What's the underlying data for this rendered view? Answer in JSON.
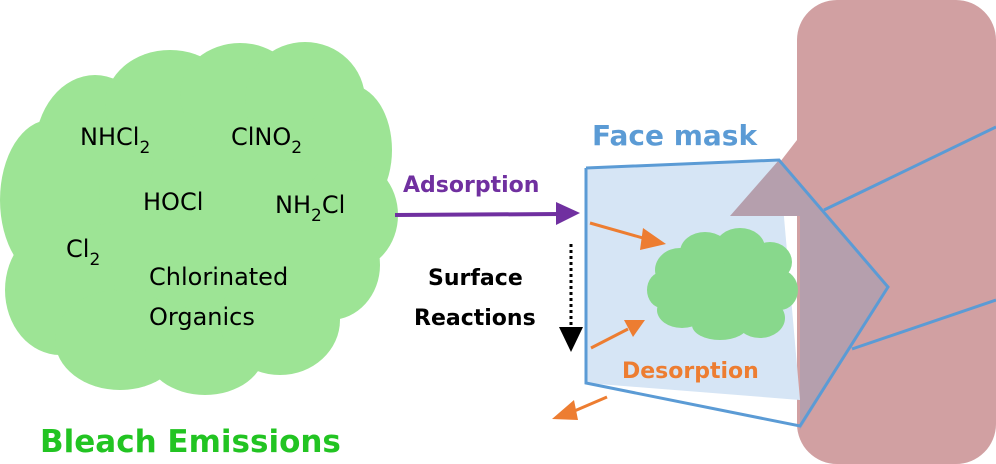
{
  "title": "Bleach Emissions",
  "cloud_species": [
    {
      "base": "NHCl",
      "sub": "2",
      "suffix": ""
    },
    {
      "base": "ClNO",
      "sub": "2",
      "suffix": ""
    },
    {
      "base": "HOCl",
      "sub": "",
      "suffix": ""
    },
    {
      "base": "NH",
      "sub": "2",
      "suffix": "Cl"
    },
    {
      "base": "Cl",
      "sub": "2",
      "suffix": ""
    },
    {
      "base": "Chlorinated",
      "sub": "",
      "suffix": ""
    },
    {
      "base": "Organics",
      "sub": "",
      "suffix": ""
    }
  ],
  "labels": {
    "face_mask": "Face mask",
    "adsorption": "Adsorption",
    "surface_reactions_1": "Surface",
    "surface_reactions_2": "Reactions",
    "desorption": "Desorption"
  },
  "colors": {
    "cloud": "#9de495",
    "mask_cloud": "#88d88c",
    "title_green": "#22c422",
    "mask_blue": "#5b9bd5",
    "mask_fill": "#d6e5f5",
    "adsorption_purple": "#7030a0",
    "desorption_orange": "#ed7d31",
    "face": "#d1a0a2",
    "overlap": "#b59fad"
  }
}
